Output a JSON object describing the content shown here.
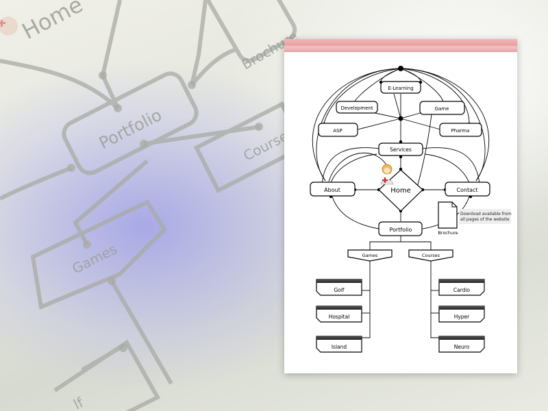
{
  "background": {
    "labels": {
      "home": "Home",
      "brochure": "Brochure",
      "portfolio": "Portfolio",
      "courses": "Course",
      "games": "Games",
      "golf": "lf"
    }
  },
  "diagram": {
    "nodes": {
      "elearning": "E-Learning",
      "development": "Development",
      "game": "Game",
      "asp": "ASP",
      "pharma": "Pharma",
      "services": "Services",
      "about": "About",
      "home": "Home",
      "contact": "Contact",
      "portfolio": "Portfolio",
      "games": "Games",
      "courses": "Courses",
      "golf": "Golf",
      "hospital": "Hospital",
      "island": "Island",
      "cardio": "Cardio",
      "hyper": "Hyper",
      "neuro": "Neuro"
    },
    "brochure_label": "Brochure",
    "download_note": [
      "Download available from",
      "all pages of the website"
    ]
  },
  "colors": {
    "band": "#e9a0a2",
    "background_tint": "#9696eb",
    "line": "#000000"
  }
}
